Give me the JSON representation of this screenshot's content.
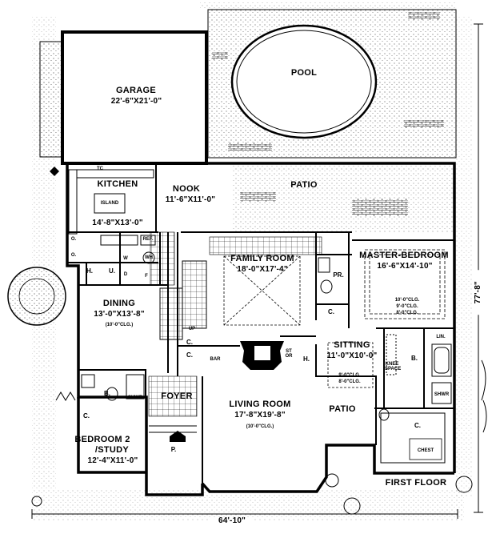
{
  "rooms": {
    "garage": {
      "name": "GARAGE",
      "dims": "22'-6\"X21'-0\""
    },
    "pool": {
      "name": "POOL"
    },
    "kitchen": {
      "name": "KITCHEN",
      "dims": "14'-8\"X13'-0\"",
      "island": "ISLAND",
      "tc": "TC"
    },
    "nook": {
      "name": "NOOK",
      "dims": "11'-6\"X11'-0\""
    },
    "patio_rear": {
      "name": "PATIO"
    },
    "family_room": {
      "name": "FAMILY ROOM",
      "dims": "18'-0\"X17'-4\""
    },
    "master_bedroom": {
      "name": "MASTER-BEDROOM",
      "dims": "16'-6\"X14'-10\"",
      "ceiling": [
        "10'-0\"CLG.",
        "9'-0\"CLG.",
        "8'-0\"CLG."
      ]
    },
    "dining": {
      "name": "DINING",
      "dims": "13'-0\"X13'-8\"",
      "ceiling": "(10'-0\"CLG.)"
    },
    "sitting": {
      "name": "SITTING",
      "dims": "11'-0\"X10'-0\"",
      "ceiling": [
        "9'-0\"CLG.",
        "8'-0\"CLG."
      ]
    },
    "foyer": {
      "name": "FOYER"
    },
    "living_room": {
      "name": "LIVING ROOM",
      "dims": "17'-8\"X19'-8\"",
      "ceiling": "(10'-0\"CLG.)"
    },
    "bedroom2": {
      "name": "BEDROOM 2",
      "name2": "/STUDY",
      "dims": "12'-4\"X11'-0\""
    },
    "patio_side": {
      "name": "PATIO"
    }
  },
  "small_labels": {
    "h1": "H.",
    "u": "U.",
    "w": "W",
    "d": "D",
    "f": "F",
    "wh": "WH",
    "ref": "REF.",
    "o1": "O.",
    "o2": "O.",
    "pr": "PR.",
    "c_master": "C.",
    "lin": "LIN.",
    "b_master": "B.",
    "knee_space": "KNEE SPACE",
    "shwr_master": "SHWR",
    "c_closet": "C.",
    "chest": "CHEST",
    "up": "UP",
    "c_stair1": "C.",
    "c_stair2": "C.",
    "bar": "BAR",
    "stor": "STOR",
    "h2": "H.",
    "b_bed2": "B.",
    "shwr_bed2": "SHWR",
    "c_bed2": "C.",
    "p": "P."
  },
  "overall": {
    "width": "64'-10\"",
    "depth": "77'-8\"",
    "floor": "FIRST FLOOR"
  }
}
